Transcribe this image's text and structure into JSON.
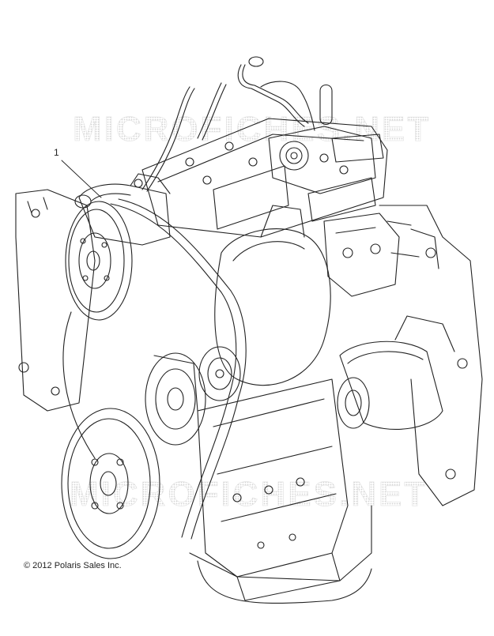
{
  "diagram": {
    "callout_label": "1",
    "copyright": "© 2012 Polaris Sales Inc.",
    "watermark": "MICROFICHES.NET",
    "line_color": "#222222",
    "watermark_color": "#d8d8d8"
  }
}
